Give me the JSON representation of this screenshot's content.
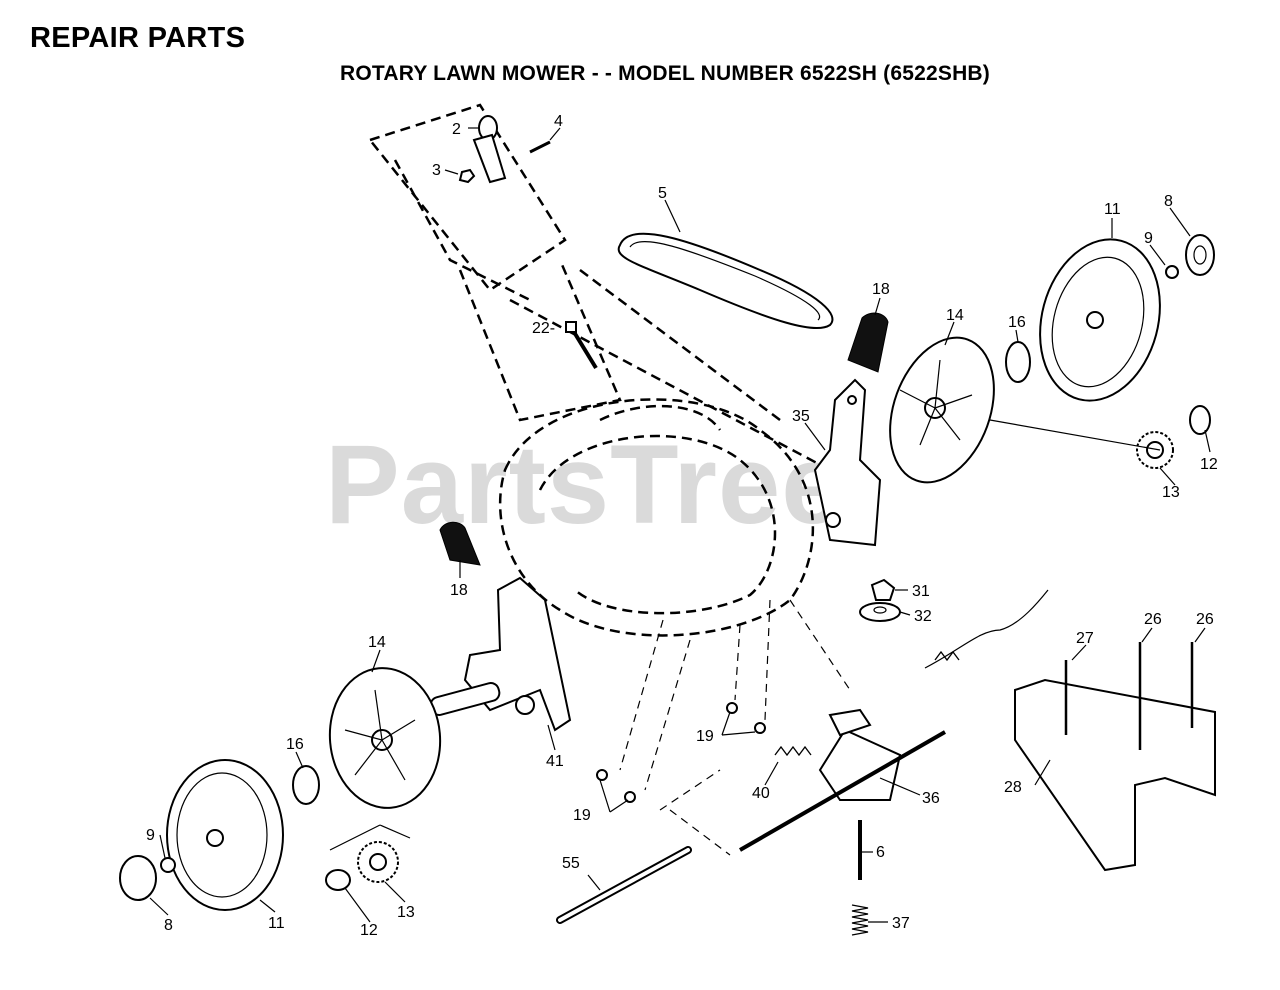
{
  "header": {
    "title": "REPAIR PARTS",
    "subtitle": "ROTARY LAWN MOWER - - MODEL NUMBER 6522SH (6522SHB)"
  },
  "watermark": "PartsTree",
  "callouts": {
    "c2": "2",
    "c3": "3",
    "c4": "4",
    "c5": "5",
    "c6": "6",
    "c8a": "8",
    "c8b": "8",
    "c9a": "9",
    "c9b": "9",
    "c11a": "11",
    "c11b": "11",
    "c12a": "12",
    "c12b": "12",
    "c13a": "13",
    "c13b": "13",
    "c14a": "14",
    "c14b": "14",
    "c16a": "16",
    "c16b": "16",
    "c18a": "18",
    "c18b": "18",
    "c19a": "19",
    "c19b": "19",
    "c22": "22-",
    "c26a": "26",
    "c26b": "26",
    "c27": "27",
    "c28": "28",
    "c31": "31",
    "c32": "32",
    "c35": "35",
    "c36": "36",
    "c37": "37",
    "c40": "40",
    "c41": "41",
    "c55": "55"
  }
}
